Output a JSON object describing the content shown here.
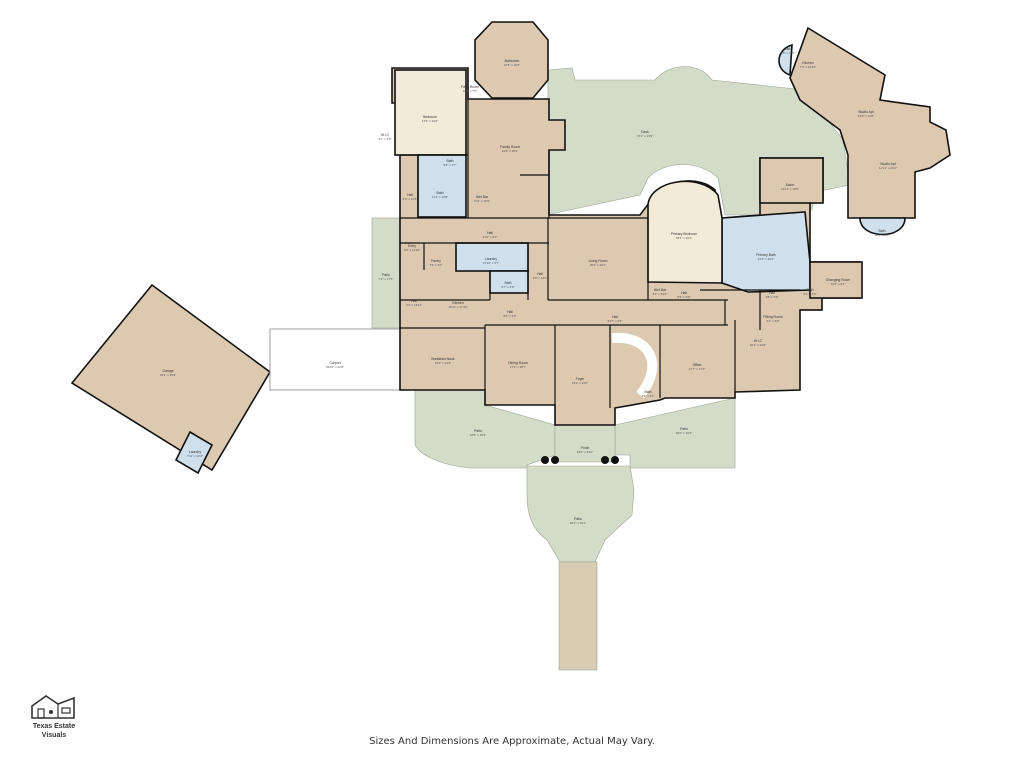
{
  "colors": {
    "room_fill": "#dcc9b0",
    "outdoor_fill": "#d2dcc9",
    "bath_fill": "#cfe0ec",
    "bedroom_fill": "#f3ebd8",
    "wall": "#111111",
    "carport_fill": "#ffffff"
  },
  "rooms": {
    "garage": {
      "name": "Garage",
      "dim": "33'1\" x 35'9\""
    },
    "laundry_g": {
      "name": "Laundry",
      "dim": "7'11\" x 10'4\""
    },
    "carport": {
      "name": "Carport",
      "dim": "39'10\" x 22'8\""
    },
    "patio_w": {
      "name": "Patio",
      "dim": "7'1\" x 17'6\""
    },
    "wic_nw": {
      "name": "W.I.C",
      "dim": "5'1\" x 6'5\""
    },
    "bedroom": {
      "name": "Bedroom",
      "dim": "17'6\" x 24'2\""
    },
    "patio_room": {
      "name": "Patio Room",
      "dim": "11'3\" x 7'5\""
    },
    "bathroom_top": {
      "name": "Bathroom",
      "dim": "16'8\" x 16'6\""
    },
    "family": {
      "name": "Family Room",
      "dim": "24'8\" x 25'1\""
    },
    "bath_nw_small": {
      "name": "Bath",
      "dim": "5'8\" x 4'7\""
    },
    "bath_nw": {
      "name": "Bath",
      "dim": "11'4\" x 15'8\""
    },
    "wet_bar_n": {
      "name": "Wet Bar",
      "dim": "7'11\" x 10'9\""
    },
    "hall_nw": {
      "name": "Hall",
      "dim": "4'3\" x 12'5\""
    },
    "hall_n": {
      "name": "Hall",
      "dim": "31'3\" x 6'0\""
    },
    "entry": {
      "name": "Entry",
      "dim": "6'5\" x 12'10\""
    },
    "pantry": {
      "name": "Pantry",
      "dim": "7'3\" x 6'7\""
    },
    "laundry": {
      "name": "Laundry",
      "dim": "17'10\" x 6'7\""
    },
    "bath_c": {
      "name": "Bath",
      "dim": "6'7\" x 5'9\""
    },
    "hall_c": {
      "name": "Hall",
      "dim": "3'9\" x 14'0\""
    },
    "hall_w": {
      "name": "Hall",
      "dim": "4'4\" x 13'11\""
    },
    "kitchen": {
      "name": "Kitchen",
      "dim": "16'11\" x 17'10\""
    },
    "hall_k": {
      "name": "Hall",
      "dim": "8'0\" x 4'5\""
    },
    "breakfast": {
      "name": "Breakfast Nook",
      "dim": "16'0\" x 13'4\""
    },
    "living": {
      "name": "Living Room",
      "dim": "25'6\" x 29'1\""
    },
    "deck": {
      "name": "Deck",
      "dim": "73'2\" x 33'9\""
    },
    "primary_bed": {
      "name": "Primary Bedroom",
      "dim": "18'3\" x 26'1\""
    },
    "salon": {
      "name": "Salon",
      "dim": "14'11\" x 13'5\""
    },
    "primary_bath": {
      "name": "Primary Bath",
      "dim": "21'5\" x 19'4\""
    },
    "wet_bar_c": {
      "name": "Wet Bar",
      "dim": "5'1\" x 5'10\""
    },
    "hall_e1": {
      "name": "Hall",
      "dim": "5'5\" x 6'0\""
    },
    "changing": {
      "name": "Changing Room",
      "dim": "12'5\" x 8'4\""
    },
    "bath_e": {
      "name": "Bath",
      "dim": "5'2\" x 4'9\""
    },
    "hall_e2": {
      "name": "Hall",
      "dim": "4'8\" x 5'6\""
    },
    "fitting": {
      "name": "Fitting Room",
      "dim": "6'1\" x 6'0\""
    },
    "wic_e": {
      "name": "W.I.C",
      "dim": "16'1\" x 24'9\""
    },
    "hall_s": {
      "name": "Hall",
      "dim": "63'7\" x 6'9\""
    },
    "dining": {
      "name": "Dining Room",
      "dim": "17'3\" x 18'7\""
    },
    "foyer": {
      "name": "Foyer",
      "dim": "19'3\" x 24'0\""
    },
    "office": {
      "name": "Office",
      "dim": "17'7\" x 17'2\""
    },
    "bath_s": {
      "name": "Bath",
      "dim": "4'9\" x 4'1\""
    },
    "patio_sw": {
      "name": "Patio",
      "dim": "34'8\" x 18'3\""
    },
    "patio_se": {
      "name": "Patio",
      "dim": "20'0\" x 16'4\""
    },
    "porch": {
      "name": "Porch",
      "dim": "10'0\" x 9'10\""
    },
    "patio_s": {
      "name": "Patio",
      "dim": "26'3\" x 29'1\""
    },
    "bath_ne": {
      "name": "Bath",
      "dim": "5'8\" x 10'0\""
    },
    "kitchen_ne": {
      "name": "Kitchen",
      "dim": "7'0\" x 14'10\""
    },
    "studio_1": {
      "name": "Studio Apt",
      "dim": "19'0\" x 24'8\""
    },
    "studio_2": {
      "name": "Studio Apt",
      "dim": "12'11\" x 29'2\""
    },
    "bath_ne2": {
      "name": "Bath",
      "dim": "10'2\" x 5'6\""
    }
  },
  "logo": {
    "brand": "Texas Estate Visuals",
    "icon": "house-sketch-icon"
  },
  "footer": {
    "disclaimer": "Sizes And Dimensions Are Approximate, Actual May Vary."
  }
}
